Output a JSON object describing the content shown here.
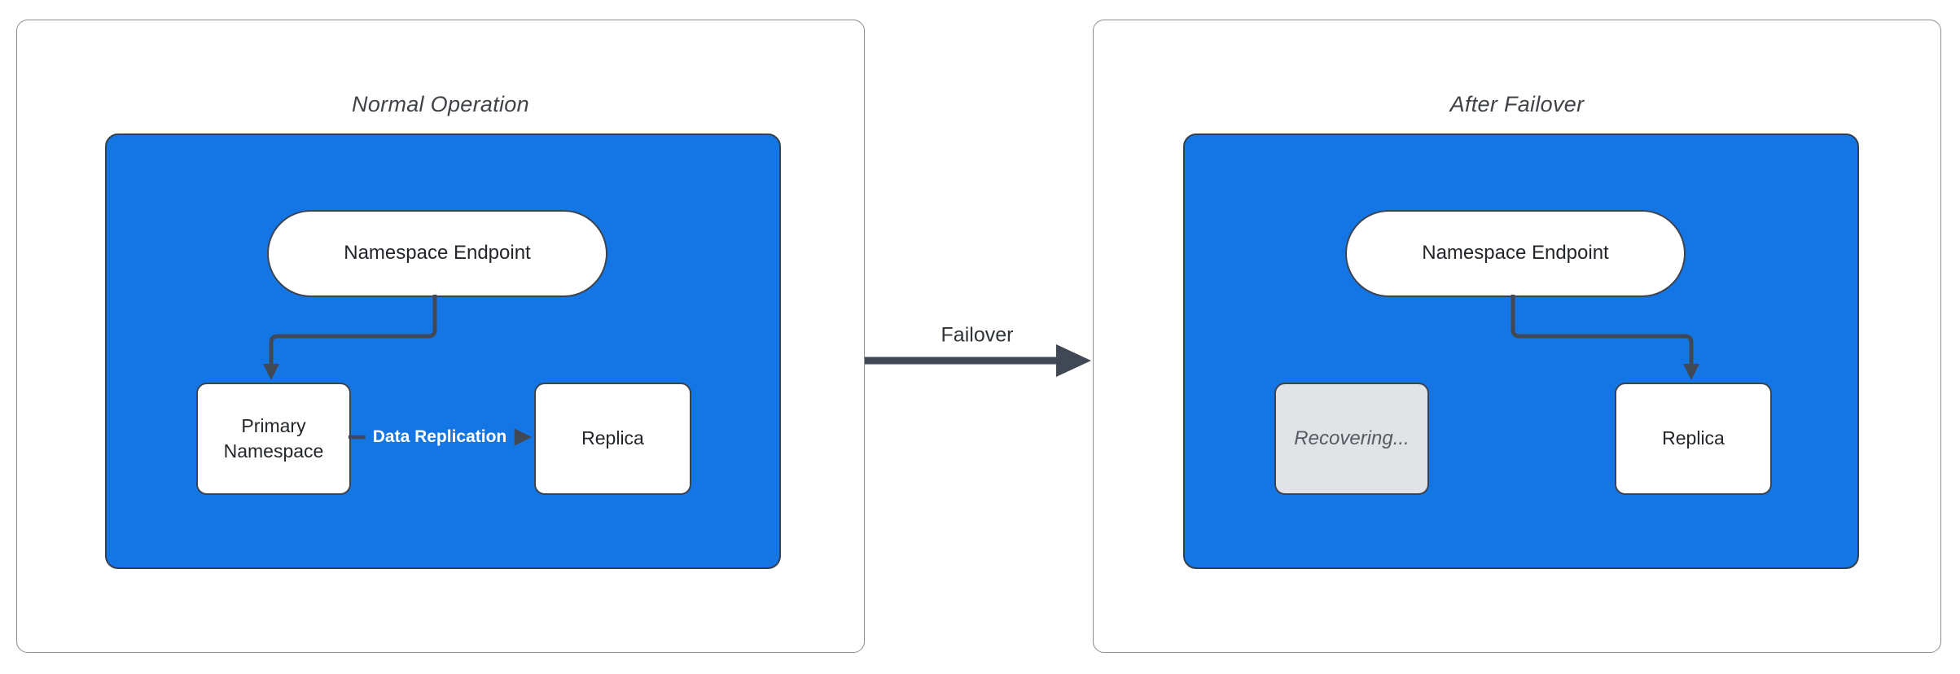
{
  "colors": {
    "blue_fill": "#1476e4",
    "blue_border": "#33404d",
    "node_border": "#3b4450",
    "arrow": "#3f4854",
    "panel_border": "#8b8e92",
    "title_text": "#3f4348",
    "node_text": "#22262b",
    "gray_fill": "#e2e3e7",
    "gray_border": "#3b4450",
    "gray_text": "#555b63",
    "label_on_blue": "#ffffff"
  },
  "panels": [
    {
      "title": "Normal Operation",
      "nodes": {
        "endpoint": "Namespace Endpoint",
        "primary": "Primary Namespace",
        "replica": "Replica"
      },
      "edge_label": "Data Replication"
    },
    {
      "title": "After Failover",
      "nodes": {
        "endpoint": "Namespace Endpoint",
        "recovering": "Recovering...",
        "replica": "Replica"
      }
    }
  ],
  "connector": {
    "label": "Failover"
  }
}
